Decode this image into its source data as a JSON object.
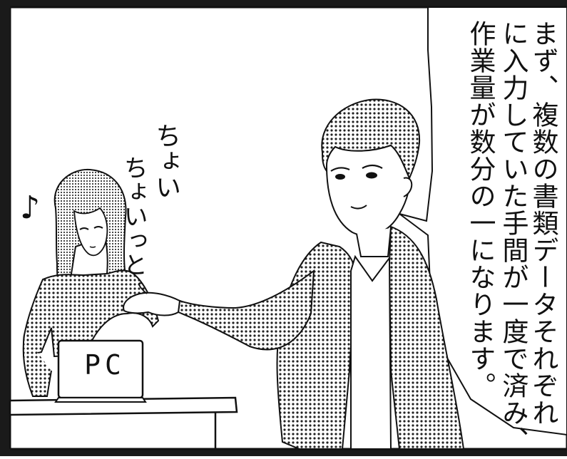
{
  "caption": {
    "lines": [
      "まず、複数の書類データそれぞれ",
      "に入力していた手間が一度で済み、",
      "作業量が数分の一になります。"
    ]
  },
  "sfx": {
    "line1": "ちょい",
    "line2": "ちょいっと"
  },
  "music_note": "♪",
  "laptop_label": "PC"
}
